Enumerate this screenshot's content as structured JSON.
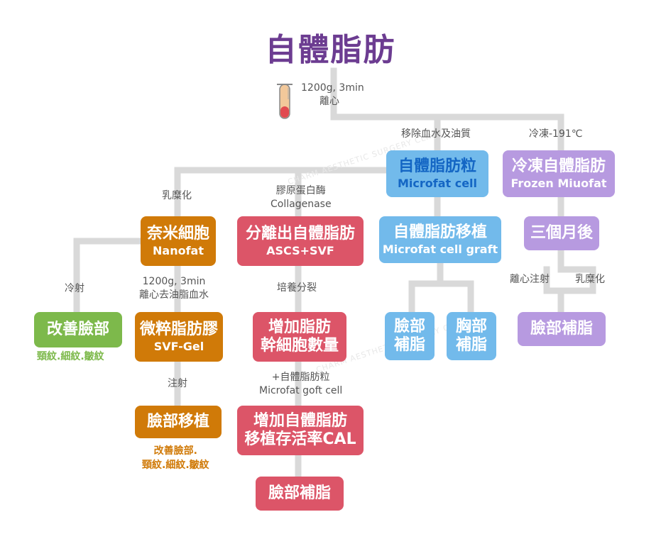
{
  "title": "自體脂肪",
  "centrifuge": {
    "line1": "1200g, 3min",
    "line2": "離心"
  },
  "labels": {
    "remove": "移除血水及油質",
    "freeze": "冷凍-191℃",
    "emulsify": "乳糜化",
    "collagenase": {
      "line1": "膠原蛋白酶",
      "line2": "Collagenase"
    },
    "cold_inject": "冷射",
    "centrifuge2": {
      "line1": "1200g, 3min",
      "line2": "離心去油脂血水"
    },
    "culture": "培養分裂",
    "inject": "注射",
    "plus_microfat": {
      "line1": "+自體脂肪粒",
      "line2": "Microfat goft cell"
    },
    "centrifuge_inject": "離心注射",
    "emulsify2": "乳糜化"
  },
  "boxes": {
    "microfat": {
      "zh": "自體脂肪粒",
      "en": "Microfat cell"
    },
    "frozen": {
      "zh": "冷凍自體脂肪",
      "en": "Frozen Miuofat"
    },
    "nanofat": {
      "zh": "奈米細胞",
      "en": "Nanofat"
    },
    "ascs": {
      "zh": "分離出自體脂肪",
      "en": "ASCS+SVF"
    },
    "graft": {
      "zh": "自體脂肪移植",
      "en": "Microfat cell graft"
    },
    "three_months": {
      "zh": "三個月後"
    },
    "improve_face": {
      "zh": "改善臉部"
    },
    "svf_gel": {
      "zh": "微粹脂肪膠",
      "en": "SVF-Gel"
    },
    "stem_cells": {
      "line1": "增加脂肪",
      "line2": "幹細胞數量"
    },
    "face_cheek": {
      "line1": "臉部",
      "line2": "補脂"
    },
    "chest": {
      "line1": "胸部",
      "line2": "補脂"
    },
    "face_fill_purple": {
      "zh": "臉部補脂"
    },
    "face_transplant": {
      "zh": "臉部移植"
    },
    "survival": {
      "line1": "增加自體脂肪",
      "line2": "移植存活率CAL"
    },
    "face_fill_red": {
      "zh": "臉部補脂"
    }
  },
  "notes": {
    "green_note": "頸紋.細紋.皺紋",
    "orange_note": {
      "line1": "改善臉部.",
      "line2": "頸紋.細紋.皺紋"
    }
  },
  "watermark": "CHARM AESTHETIC SURGERY CLINIC",
  "colors": {
    "title": "#6c3c91",
    "orange": "#d07a08",
    "red": "#dc5568",
    "blue": "#72baeb",
    "purple": "#b79ae0",
    "green": "#7db94b",
    "line": "#d9d9d9"
  }
}
